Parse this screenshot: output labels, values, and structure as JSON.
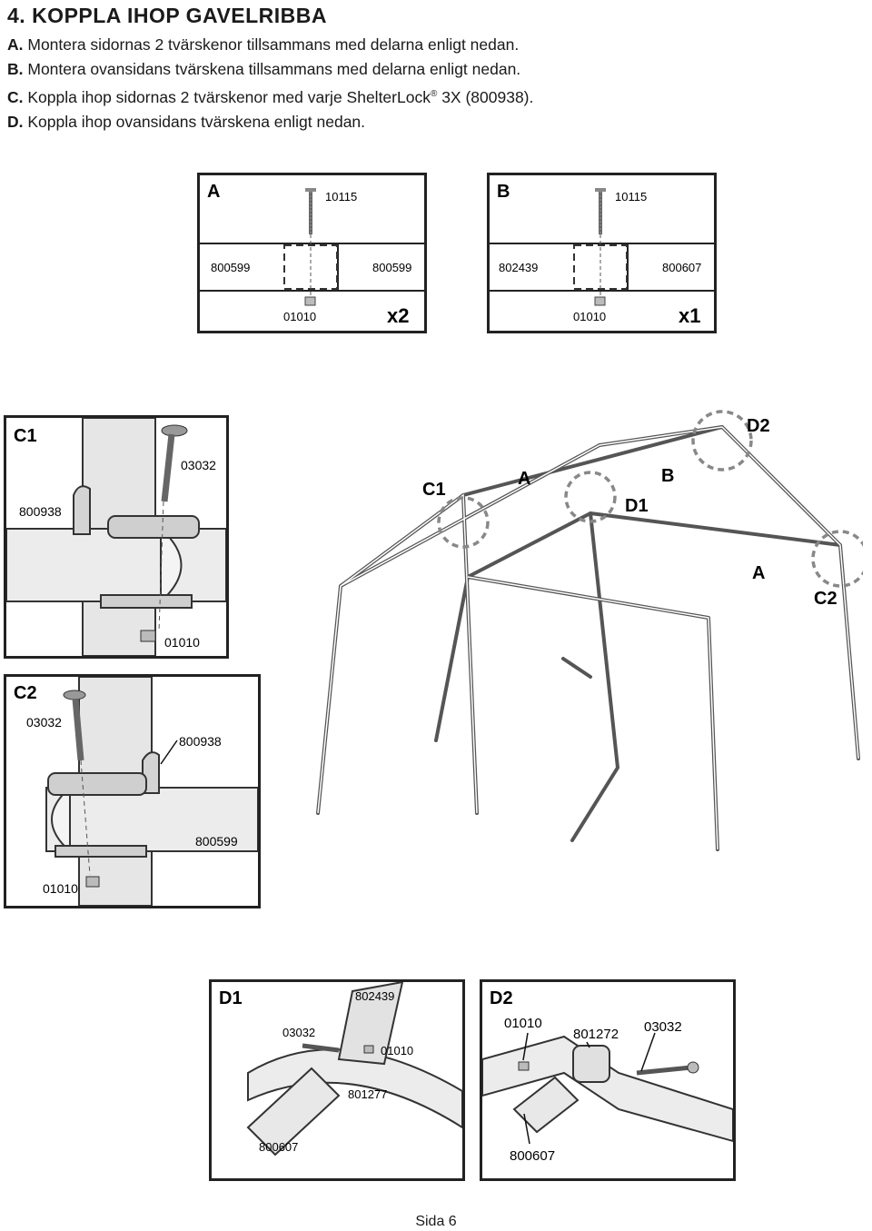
{
  "heading": "4. KOPPLA IHOP GAVELRIBBA",
  "steps": [
    {
      "letter": "A.",
      "text": "Montera sidornas 2 tvärskenor tillsammans med delarna enligt nedan."
    },
    {
      "letter": "B.",
      "text": "Montera ovansidans tvärskena tillsammans med delarna enligt nedan."
    },
    {
      "letter": "C.",
      "text": "Koppla ihop sidornas 2 tvärskenor med varje ShelterLock",
      "mark": "®",
      "tail": " 3X  (800938)."
    },
    {
      "letter": "D.",
      "text": "Koppla ihop ovansidans tvärskena enligt nedan."
    }
  ],
  "panel_a": {
    "label": "A",
    "bolt": "10115",
    "left_part": "800599",
    "right_part": "800599",
    "nut": "01010",
    "qty": "x2"
  },
  "panel_b": {
    "label": "B",
    "bolt": "10115",
    "left_part": "802439",
    "right_part": "800607",
    "nut": "01010",
    "qty": "x1"
  },
  "panel_c1": {
    "label": "C1",
    "bolt": "03032",
    "clamp": "800938",
    "nut": "01010"
  },
  "panel_c2": {
    "label": "C2",
    "bolt": "03032",
    "clamp": "800938",
    "tube": "800599",
    "nut": "01010"
  },
  "frame": {
    "c1": "C1",
    "a1": "A",
    "b": "B",
    "d1": "D1",
    "d2": "D2",
    "a2": "A",
    "c2": "C2"
  },
  "panel_d1": {
    "label": "D1",
    "top": "802439",
    "bolt": "03032",
    "nut": "01010",
    "elbow": "801277",
    "tube": "800607"
  },
  "panel_d2": {
    "label": "D2",
    "nut": "01010",
    "elbow": "801272",
    "bolt": "03032",
    "tube": "800607"
  },
  "footer": "Sida 6"
}
